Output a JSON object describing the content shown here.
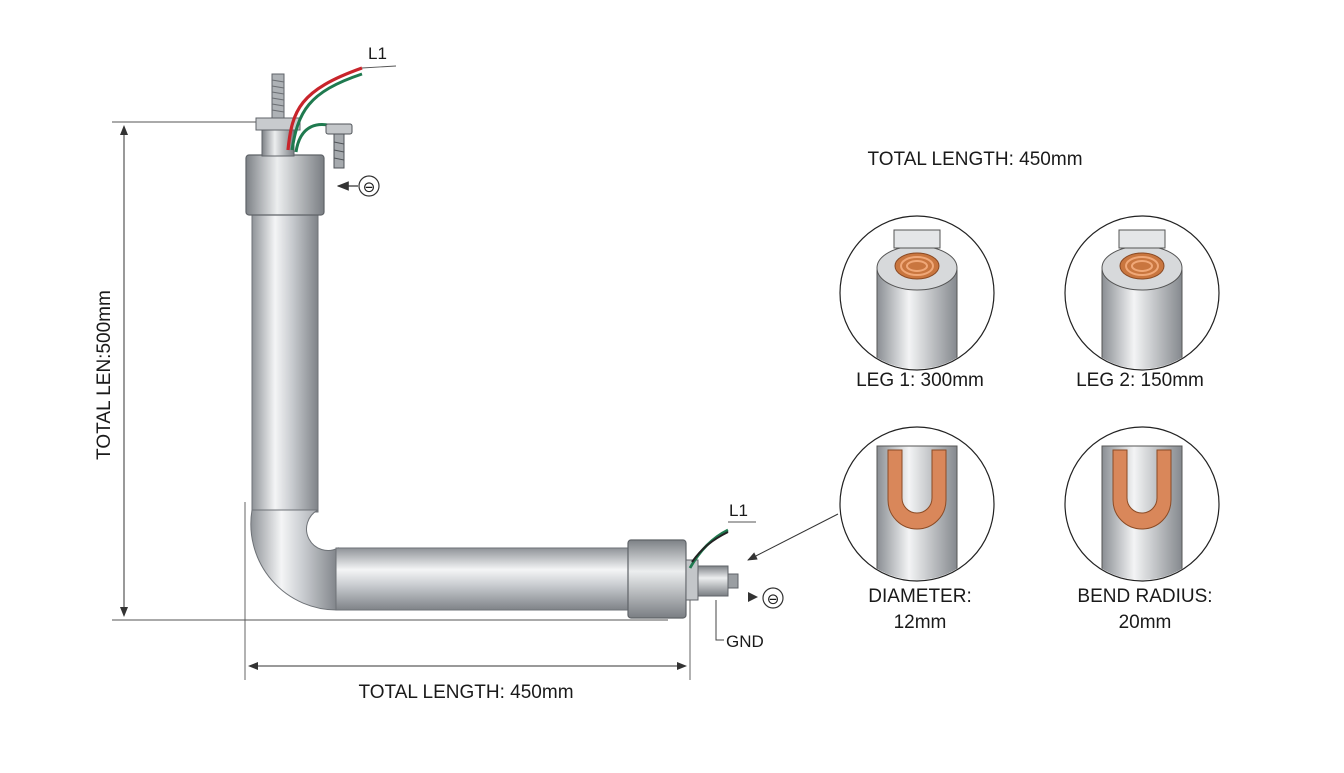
{
  "diagram": {
    "side_dimension_label": "TOTAL LEN:500mm",
    "bottom_dimension_label": "TOTAL LENGTH: 450mm",
    "top_wire_label": "L1",
    "end_wire_label": "L1",
    "ground_label": "GND",
    "ground_symbol": "⊖"
  },
  "details": {
    "header": "TOTAL LENGTH: 450mm",
    "items": [
      {
        "label": "LEG 1: 300mm",
        "icon": "coil-cross-section-icon"
      },
      {
        "label": "LEG 2: 150mm",
        "icon": "coil-cross-section-icon"
      },
      {
        "label_line1": "DIAMETER:",
        "label_line2": "12mm",
        "icon": "u-core-section-icon"
      },
      {
        "label_line1": "BEND RADIUS:",
        "label_line2": "20mm",
        "icon": "u-core-section-icon"
      }
    ]
  },
  "colors": {
    "tube_dark": "#8d9196",
    "tube_light": "#f2f3f4",
    "copper": "#d9875a",
    "wire_red": "#c8242b",
    "wire_green": "#1f7a4f"
  }
}
